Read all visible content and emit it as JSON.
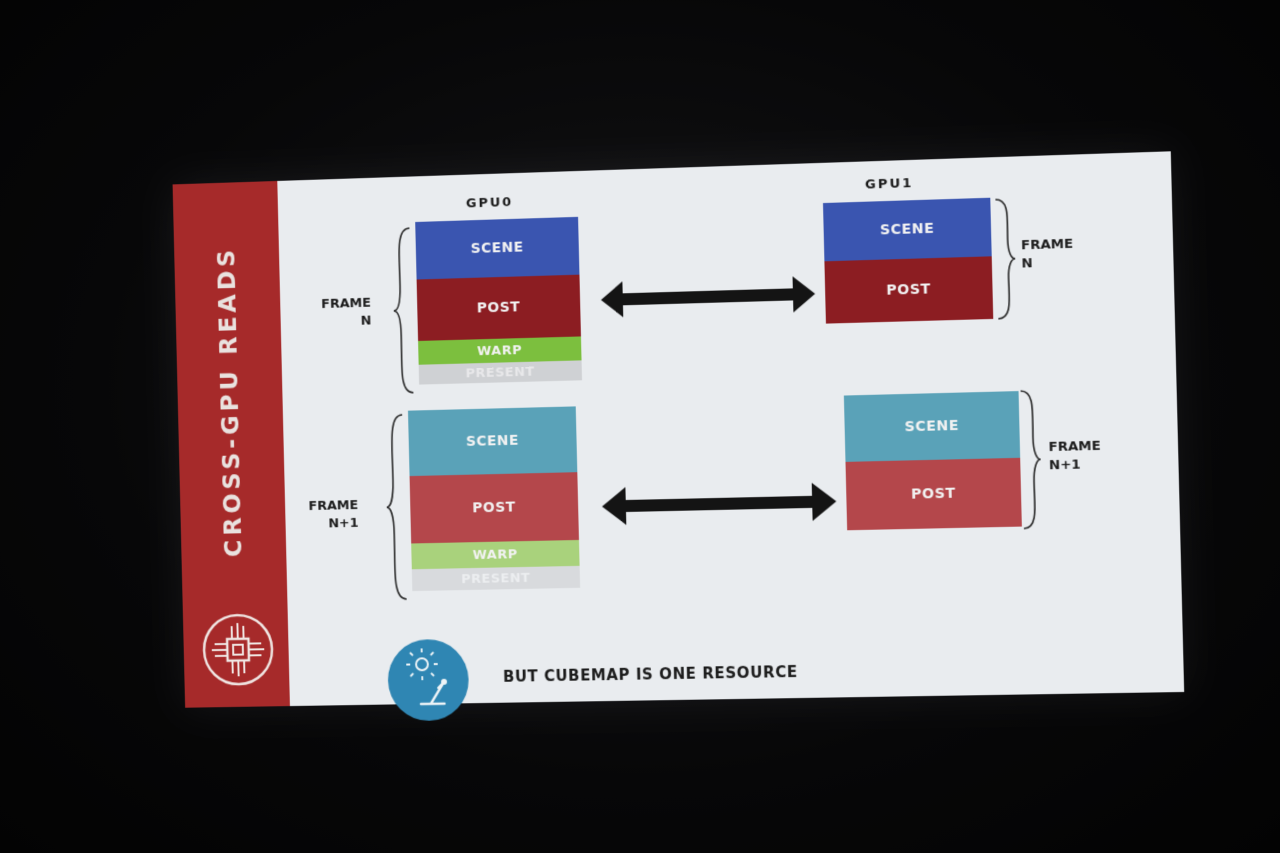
{
  "slide": {
    "sidebar_title": "CROSS-GPU READS",
    "columns": {
      "gpu0": "GPU0",
      "gpu1": "GPU1"
    },
    "frames": {
      "n": {
        "line1": "FRAME",
        "line2": "N"
      },
      "n1": {
        "line1": "FRAME",
        "line2": "N+1"
      }
    },
    "blocks": {
      "scene": "SCENE",
      "post": "POST",
      "warp": "WARP",
      "present": "PRESENT"
    },
    "footer": "BUT CUBEMAP IS ONE RESOURCE"
  },
  "colors": {
    "sidebar": "#a62a2a",
    "scene_frame_n": "#3a55b0",
    "post_frame_n": "#8c1d22",
    "warp_frame_n": "#7cbf3e",
    "scene_frame_n1": "#5aa2b8",
    "post_frame_n1": "#b4474b",
    "warp_frame_n1": "#a9d27c",
    "icon_circle": "#2f86b3"
  },
  "icons": {
    "sidebar_logo": "chip-circuit-icon",
    "footer": "lamp-icon"
  }
}
